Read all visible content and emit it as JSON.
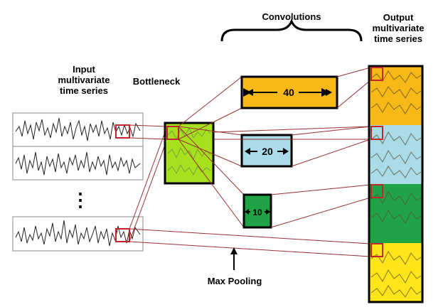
{
  "labels": {
    "input_line1": "Input",
    "input_line2": "multivariate",
    "input_line3": "time series",
    "bottleneck": "Bottleneck",
    "convolutions": "Convolutions",
    "output_line1": "Output",
    "output_line2": "multivariate",
    "output_line3": "time series",
    "max_pooling": "Max Pooling",
    "dots": "⋮"
  },
  "filters": [
    {
      "size": "40",
      "color": "#f7b917"
    },
    {
      "size": "20",
      "color": "#a9dbe9"
    },
    {
      "size": "10",
      "color": "#1fa346"
    }
  ],
  "colors": {
    "bottleneck": "#a7e01c",
    "out_orange": "#f7b917",
    "out_blue": "#a9dbe9",
    "out_green": "#1fa346",
    "out_yellow": "#ffe51a",
    "link_line": "#9b3030",
    "window_box": "#c0272d"
  }
}
